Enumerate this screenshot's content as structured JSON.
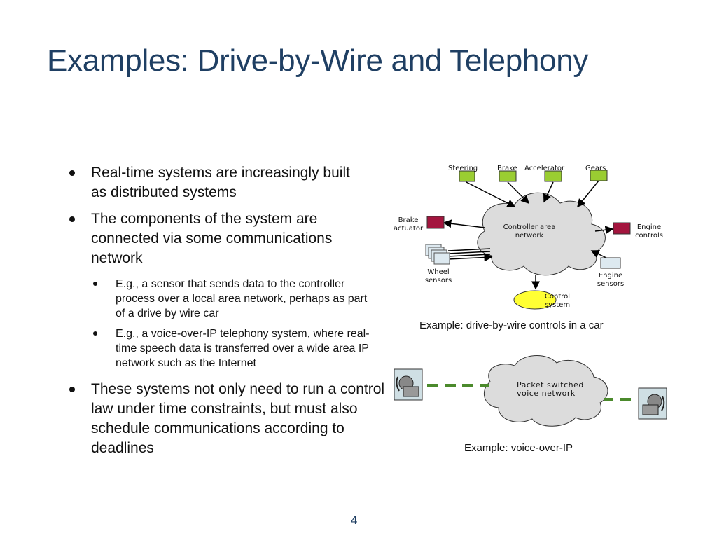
{
  "title": "Examples: Drive-by-Wire and Telephony",
  "bullets": [
    {
      "text": "Real-time systems are increasingly built as distributed systems"
    },
    {
      "text": "The components of the system are connected via some communications network"
    },
    {
      "text": "These systems not only need to run a control law under time constraints, but must also schedule communications according to deadlines"
    }
  ],
  "sub_bullets": [
    {
      "text": "E.g., a sensor that sends data to the controller process over a local area network, perhaps as part of a drive by wire car"
    },
    {
      "text": "E.g., a voice-over-IP telephony system, where real-time speech data is transferred over a wide area IP network such as the Internet"
    }
  ],
  "car_diagram": {
    "steering": "Steering",
    "brake": "Brake",
    "accelerator": "Accelerator",
    "gears": "Gears",
    "brake_actuator": "Brake actuator",
    "controller_network": "Controller area network",
    "engine_controls": "Engine controls",
    "wheel_sensors": "Wheel sensors",
    "engine_sensors": "Engine sensors",
    "control_system": "Control system",
    "caption": "Example: drive-by-wire controls in a car"
  },
  "voip_diagram": {
    "network": "Packet switched voice network",
    "caption": "Example: voice-over-IP"
  },
  "page_number": "4",
  "colors": {
    "title": "#1f3f63",
    "sensor_green": "#9acd32",
    "actuator_red": "#a3153e",
    "cloud": "#dcdcdc",
    "control_yellow": "#ffff33",
    "engine_sensor_blue": "#dde9f0",
    "voip_link_green": "#4b8a2c"
  }
}
